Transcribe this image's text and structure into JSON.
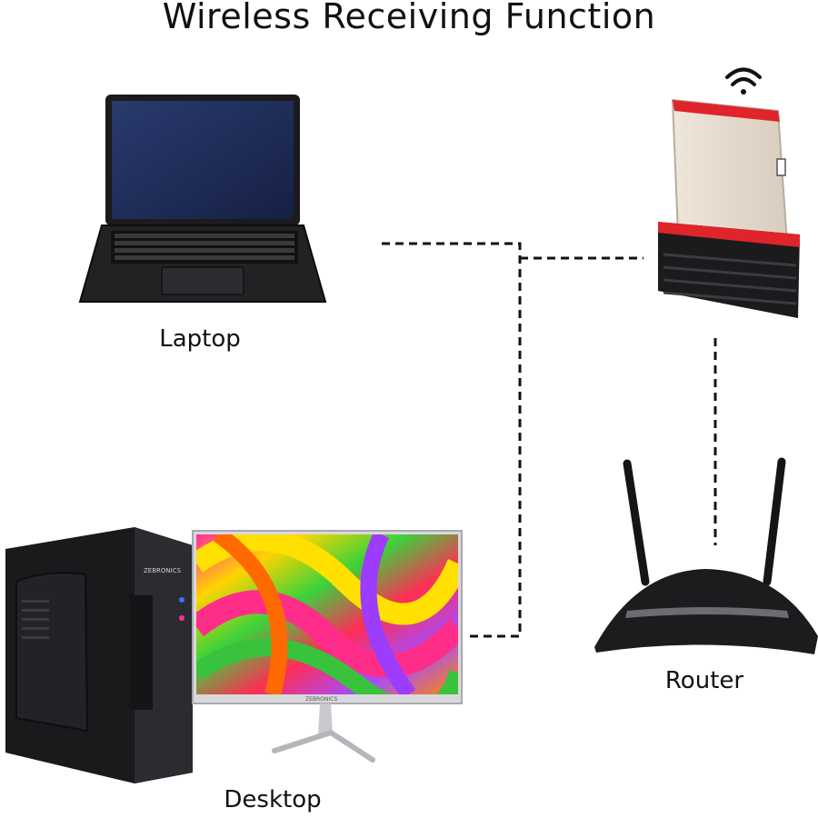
{
  "title": "Wireless Receiving Function",
  "devices": {
    "laptop": {
      "label": "Laptop",
      "icon": "laptop-icon"
    },
    "adapter": {
      "icon": "usb-wifi-adapter-icon",
      "signal_icon": "wifi-signal-icon"
    },
    "router": {
      "label": "Router",
      "icon": "router-icon"
    },
    "desktop": {
      "label": "Desktop",
      "icon": "desktop-computer-icon",
      "tower_brand": "ZEBRONICS",
      "monitor_brand": "ZEBRONICS"
    }
  },
  "colors": {
    "accent_red": "#e0242b",
    "device_black": "#1b1b1d",
    "line": "#111111"
  }
}
